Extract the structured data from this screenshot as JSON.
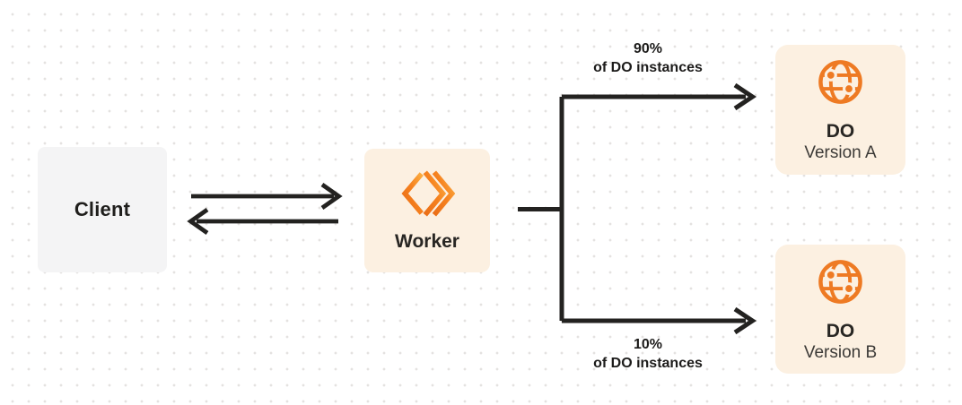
{
  "diagram": {
    "nodes": {
      "client": {
        "label": "Client"
      },
      "worker": {
        "label": "Worker",
        "icon": "workers-logo-icon"
      },
      "do_version_a": {
        "title": "DO",
        "subtitle": "Version A",
        "icon": "durable-object-globe-icon"
      },
      "do_version_b": {
        "title": "DO",
        "subtitle": "Version B",
        "icon": "durable-object-globe-icon"
      }
    },
    "edge_labels": {
      "top_split": {
        "percent": "90%",
        "caption": "of DO instances"
      },
      "bottom_split": {
        "percent": "10%",
        "caption": "of DO instances"
      }
    },
    "colors": {
      "accent_orange": "#F6821F",
      "orange_gradient_light": "#FBAD41",
      "orange_gradient_dark": "#EA6E17",
      "node_cream": "#FCF0E1",
      "node_gray": "#F4F4F5",
      "connector_dark": "#232220",
      "dot_grid": "#E4E2E0",
      "background": "#FFFFFF"
    }
  }
}
